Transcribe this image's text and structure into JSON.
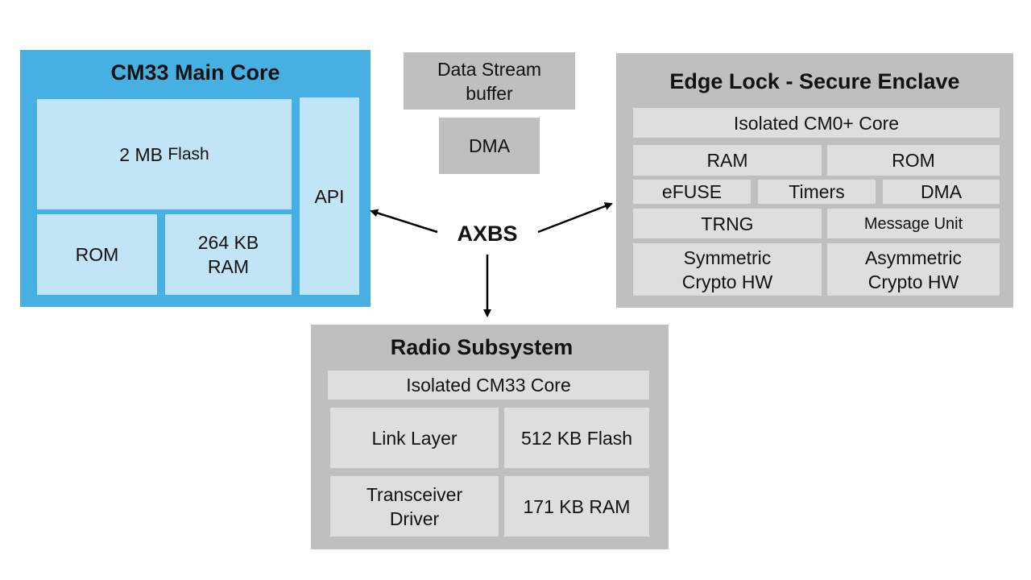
{
  "main_core": {
    "title": "CM33 Main Core",
    "flash_size": "2 MB",
    "flash_word": "Flash",
    "api": "API",
    "rom": "ROM",
    "ram": "264 KB\nRAM"
  },
  "data_stream": {
    "label": "Data Stream\nbuffer"
  },
  "dma_block": {
    "label": "DMA"
  },
  "axbs": {
    "label": "AXBS"
  },
  "edge_lock": {
    "title": "Edge Lock  - Secure Enclave",
    "core": "Isolated CM0+  Core",
    "ram": "RAM",
    "rom": "ROM",
    "efuse": "eFUSE",
    "timers": "Timers",
    "dma": "DMA",
    "trng": "TRNG",
    "message_unit": "Message Unit",
    "symmetric": "Symmetric\nCrypto HW",
    "asymmetric": "Asymmetric\nCrypto HW"
  },
  "radio": {
    "title": "Radio Subsystem",
    "core": "Isolated CM33 Core",
    "link_layer": "Link Layer",
    "flash": "512 KB Flash",
    "transceiver": "Transceiver\nDriver",
    "ram": "171 KB RAM"
  },
  "colors": {
    "main_core_border": "#47b0e3",
    "main_core_cell": "#c1e4f6",
    "gray_block": "#bfbfbf",
    "gray_cell": "#dedede"
  }
}
